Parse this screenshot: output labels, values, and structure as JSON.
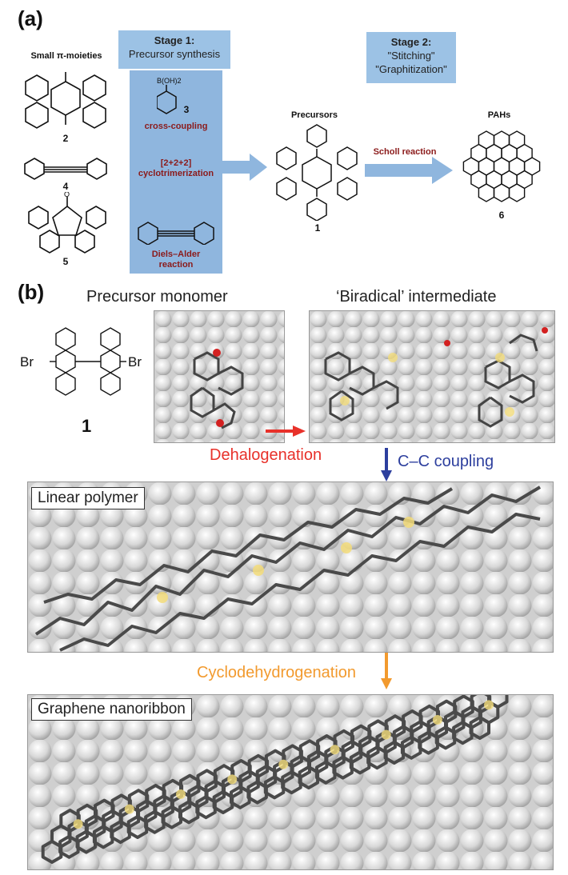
{
  "panel_a": {
    "label": "(a)",
    "small_moieties_title": "Small π-moieties",
    "compounds": {
      "c2": "2",
      "c4": "4",
      "c5": "5",
      "c3": "3",
      "c1": "1",
      "c6": "6"
    },
    "boronic_acid": "B(OH)2",
    "stage1": {
      "title": "Stage 1:",
      "subtitle": "Precursor synthesis"
    },
    "stage2": {
      "title": "Stage 2:",
      "line1": "\"Stitching\"",
      "line2": "\"Graphitization\""
    },
    "reactions": {
      "cross_coupling": "cross-coupling",
      "cyclotrimerization_1": "[2+2+2]",
      "cyclotrimerization_2": "cyclotrimerization",
      "diels_alder_1": "Diels–Alder",
      "diels_alder_2": "reaction",
      "scholl": "Scholl reaction"
    },
    "precursors_label": "Precursors",
    "pahs_label": "PAHs"
  },
  "panel_b": {
    "label": "(b)",
    "precursor_monomer": "Precursor monomer",
    "biradical": "‘Biradical’ intermediate",
    "molecule_label": "1",
    "br": "Br",
    "dehalogenation": "Dehalogenation",
    "cc_coupling": "C–C coupling",
    "linear_polymer": "Linear polymer",
    "cyclodehydrogenation": "Cyclodehydrogenation",
    "graphene_nanoribbon": "Graphene nanoribbon"
  },
  "colors": {
    "stage_box": "#9cc2e5",
    "reaction_box": "#8fb6de",
    "arrow_blue": "#8fb6de",
    "dehalogenation_red": "#e8312a",
    "coupling_blue": "#2d3f9e",
    "cyclodehydrogenation_orange": "#f29a2e",
    "reaction_text": "#8b1a1a"
  }
}
